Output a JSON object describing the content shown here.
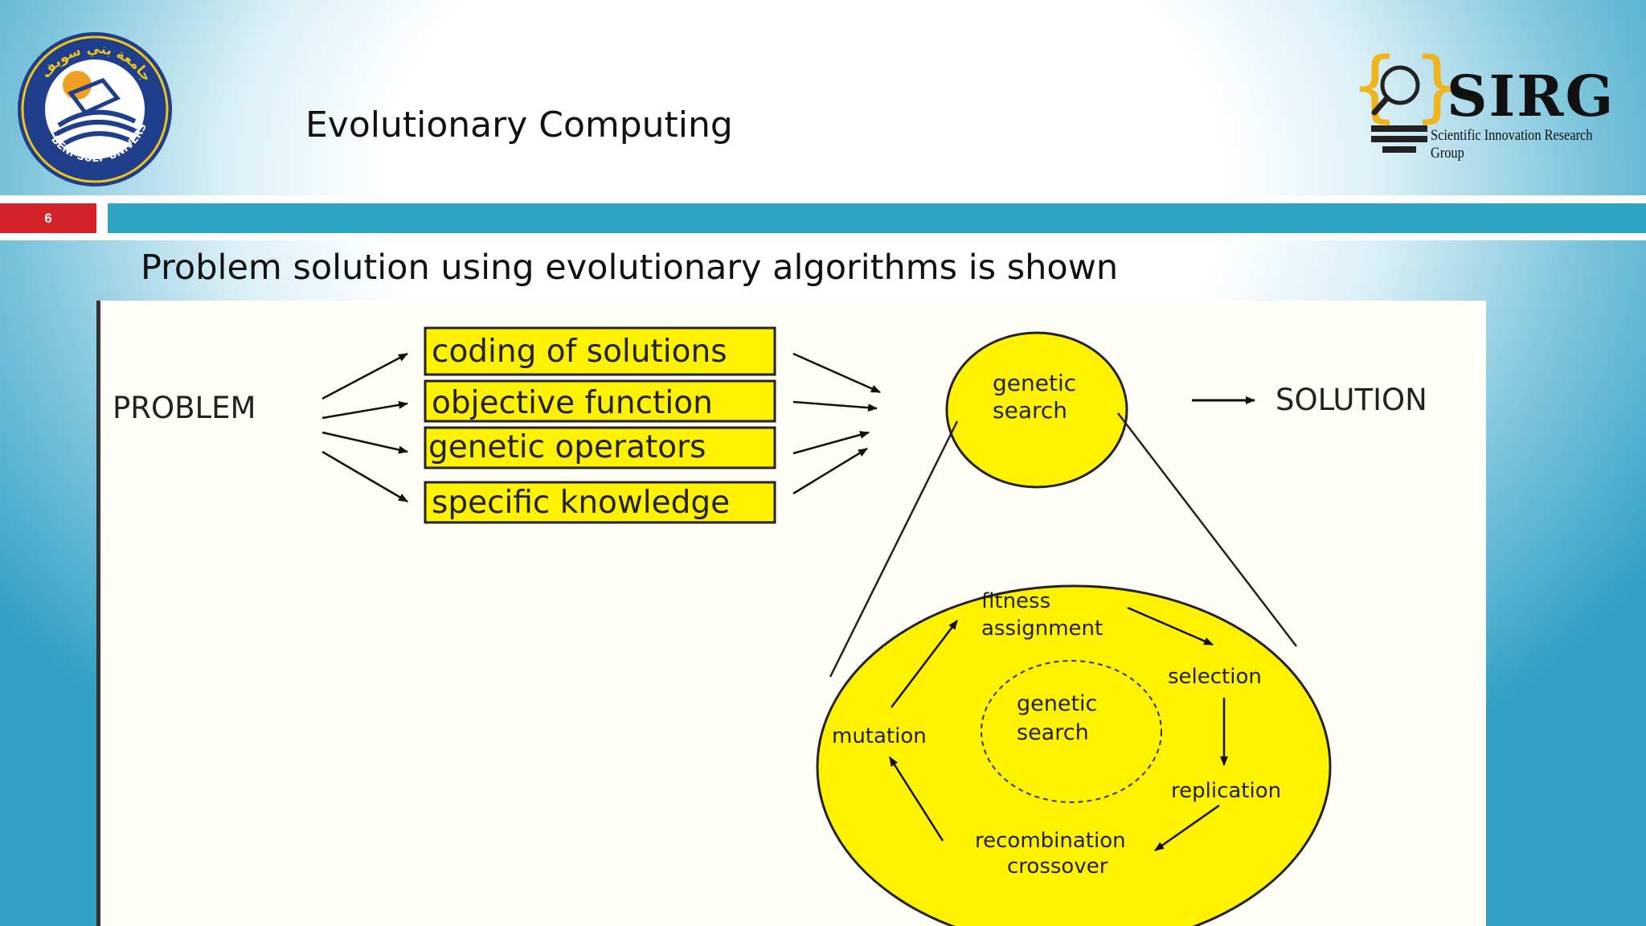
{
  "header": {
    "title": "Evolutionary Computing",
    "university_logo_text": "جامعة بني سويف BENI-SUEF UNIVERSITY",
    "group_logo": {
      "name": "SIRG",
      "subtitle": "Scientific Innovation Research Group"
    },
    "slide_number": "6"
  },
  "subtitle": "Problem solution using evolutionary algorithms is shown",
  "diagram": {
    "problem": "PROBLEM",
    "inputs": [
      "coding of solutions",
      "objective function",
      "genetic operators",
      "specific knowledge"
    ],
    "top_circle": [
      "genetic",
      "search"
    ],
    "solution": "SOLUTION",
    "cycle": {
      "fitness": [
        "fitness",
        "assignment"
      ],
      "selection": "selection",
      "replication": "replication",
      "recombination": [
        "recombination",
        "crossover"
      ],
      "mutation": "mutation",
      "center": [
        "genetic",
        "search"
      ]
    }
  },
  "colors": {
    "accent_red": "#d52229",
    "teal": "#2fa3c3",
    "box_yellow": "#fff200",
    "logo_blue": "#1f3e8c"
  }
}
